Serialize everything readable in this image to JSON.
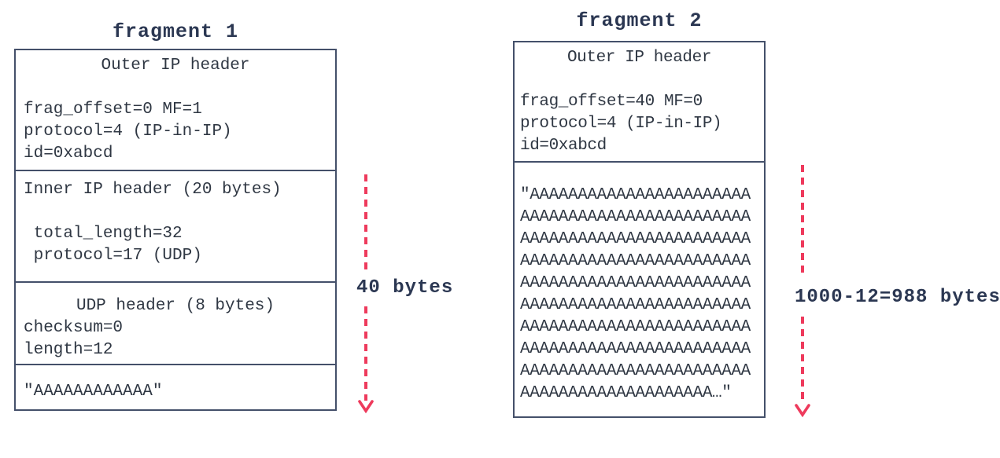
{
  "colors": {
    "box_border": "#44506a",
    "body_text": "#2f3743",
    "title_text": "#2b3752",
    "arrow_red": "#ee3a5c"
  },
  "fragments": [
    {
      "title": "fragment 1",
      "arrow_label": "40 bytes",
      "sections": [
        {
          "lines": [
            {
              "text": "Outer IP header",
              "center": true
            },
            {
              "text": ""
            },
            {
              "text": "frag_offset=0 MF=1"
            },
            {
              "text": "protocol=4 (IP-in-IP)"
            },
            {
              "text": "id=0xabcd"
            }
          ]
        },
        {
          "lines": [
            {
              "text": "Inner IP header (20 bytes)"
            },
            {
              "text": ""
            },
            {
              "text": " total_length=32"
            },
            {
              "text": " protocol=17 (UDP)"
            }
          ]
        },
        {
          "lines": [
            {
              "text": "UDP header (8 bytes)",
              "center": true
            },
            {
              "text": "checksum=0"
            },
            {
              "text": "length=12"
            }
          ]
        },
        {
          "lines": [
            {
              "text": "\"AAAAAAAAAAAA\""
            }
          ]
        }
      ]
    },
    {
      "title": "fragment 2",
      "arrow_label": "1000-12=988 bytes",
      "sections": [
        {
          "lines": [
            {
              "text": "Outer IP header",
              "center": true
            },
            {
              "text": ""
            },
            {
              "text": "frag_offset=40 MF=0"
            },
            {
              "text": "protocol=4 (IP-in-IP)"
            },
            {
              "text": "id=0xabcd"
            }
          ]
        },
        {
          "lines": [
            {
              "text": "\"AAAAAAAAAAAAAAAAAAAAAAA"
            },
            {
              "text": "AAAAAAAAAAAAAAAAAAAAAAAA"
            },
            {
              "text": "AAAAAAAAAAAAAAAAAAAAAAAA"
            },
            {
              "text": "AAAAAAAAAAAAAAAAAAAAAAAA"
            },
            {
              "text": "AAAAAAAAAAAAAAAAAAAAAAAA"
            },
            {
              "text": "AAAAAAAAAAAAAAAAAAAAAAAA"
            },
            {
              "text": "AAAAAAAAAAAAAAAAAAAAAAAA"
            },
            {
              "text": "AAAAAAAAAAAAAAAAAAAAAAAA"
            },
            {
              "text": "AAAAAAAAAAAAAAAAAAAAAAAA"
            },
            {
              "text": "AAAAAAAAAAAAAAAAAAAA…\""
            }
          ]
        }
      ]
    }
  ]
}
